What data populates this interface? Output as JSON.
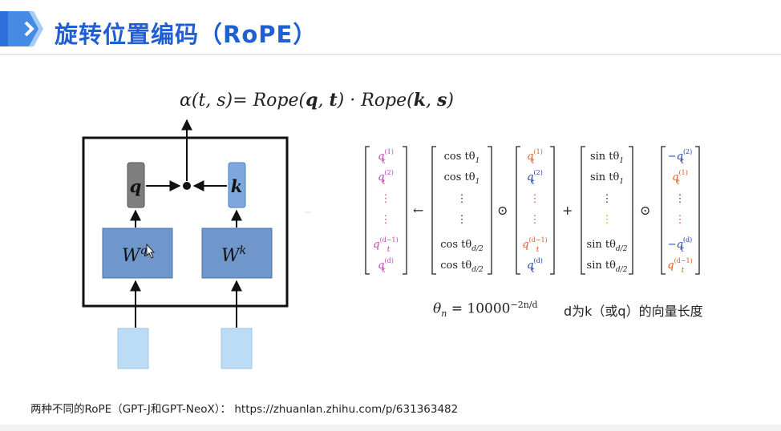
{
  "title": "旋转位置编码（RoPE）",
  "formula": {
    "alpha": "α",
    "args": "(t, s)",
    "eq": "= ",
    "rope": "Rope",
    "q": "q",
    "t": "t",
    "k": "k",
    "s": "s",
    "dot": "·"
  },
  "diagram": {
    "q_label": "q",
    "k_label": "k",
    "wq_base": "W",
    "wq_sup": "q",
    "wk_base": "W",
    "wk_sup": "k"
  },
  "matrix": {
    "qt_entries": [
      "(1)",
      "(2)",
      "(d−1)",
      "(d)"
    ],
    "cos_entries": [
      "cos tθ",
      "cos tθ",
      "cos tθ",
      "cos tθ"
    ],
    "cos_subs": [
      "1",
      "1",
      "d/2",
      "d/2"
    ],
    "sin_entries": [
      "sin tθ",
      "sin tθ",
      "sin tθ",
      "sin tθ"
    ],
    "sin_subs": [
      "1",
      "1",
      "d/2",
      "d/2"
    ],
    "rot_entries": [
      "(2)",
      "(1)",
      "(d)",
      "(d−1)"
    ],
    "rot_signs": [
      "−",
      "",
      "−",
      ""
    ],
    "q_letter": "q",
    "q_sub": "t",
    "arrow": "←",
    "odot": "⊙",
    "plus": "+",
    "vdots": "⋮"
  },
  "theta": {
    "lhs": "θ",
    "lhs_sub": "n",
    "eq": " = 10000",
    "exp": "−2n/d"
  },
  "note": "d为k（或q）的向量长度",
  "reference": "两种不同的RoPE（GPT-J和GPT-NeoX）：  https://zhuanlan.zhihu.com/p/631363482",
  "colors": {
    "title": "#1f5fd6",
    "magenta": "#c23fb8",
    "blue": "#1f3fa8",
    "orange": "#e05a1c",
    "yellow": "#d8a000",
    "box_fill": "#6f97cc",
    "input_fill": "#bcdcf5"
  }
}
